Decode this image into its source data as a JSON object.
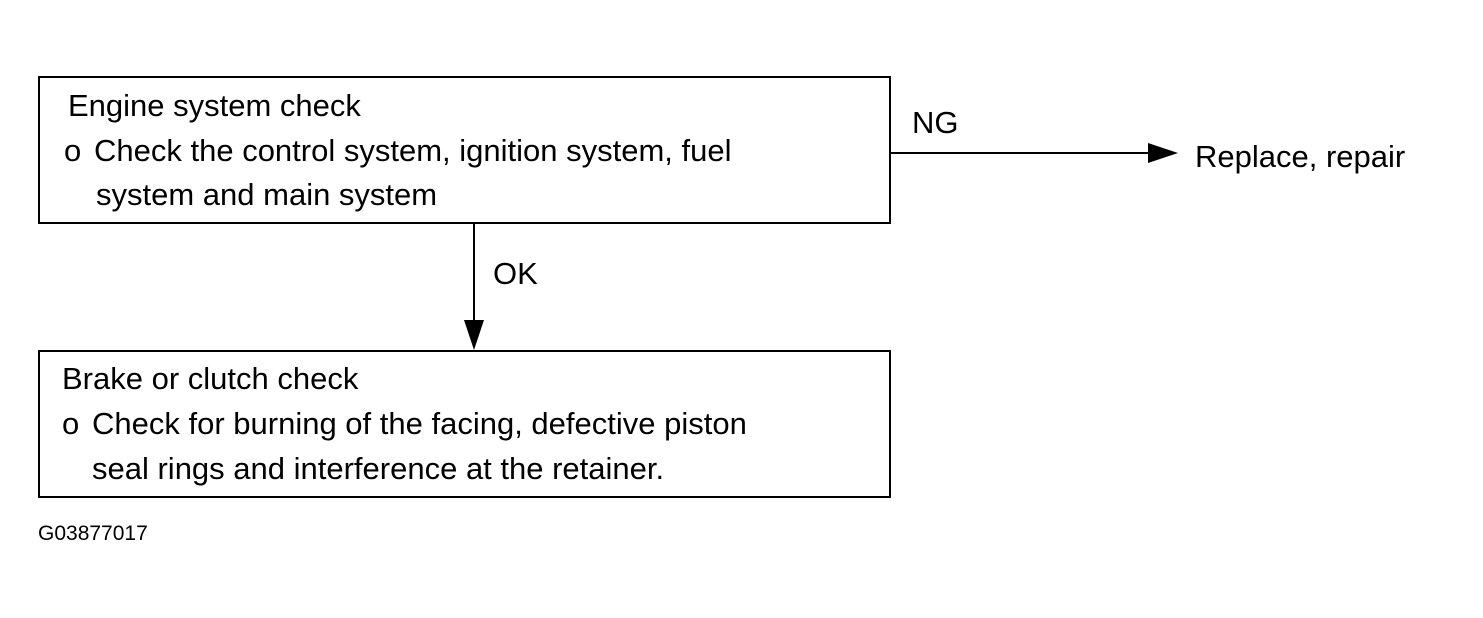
{
  "diagram": {
    "top_box": {
      "title": "Engine system check",
      "bullet": "o",
      "line1": "Check the control system, ignition system, fuel",
      "line2": "system and main system"
    },
    "bottom_box": {
      "title": "Brake or clutch check",
      "bullet": "o",
      "line1": "Check for burning of the facing, defective piston",
      "line2": "seal rings and interference at the retainer."
    },
    "ng_label": "NG",
    "ok_label": "OK",
    "ng_result": "Replace, repair",
    "figure_id": "G03877017"
  }
}
